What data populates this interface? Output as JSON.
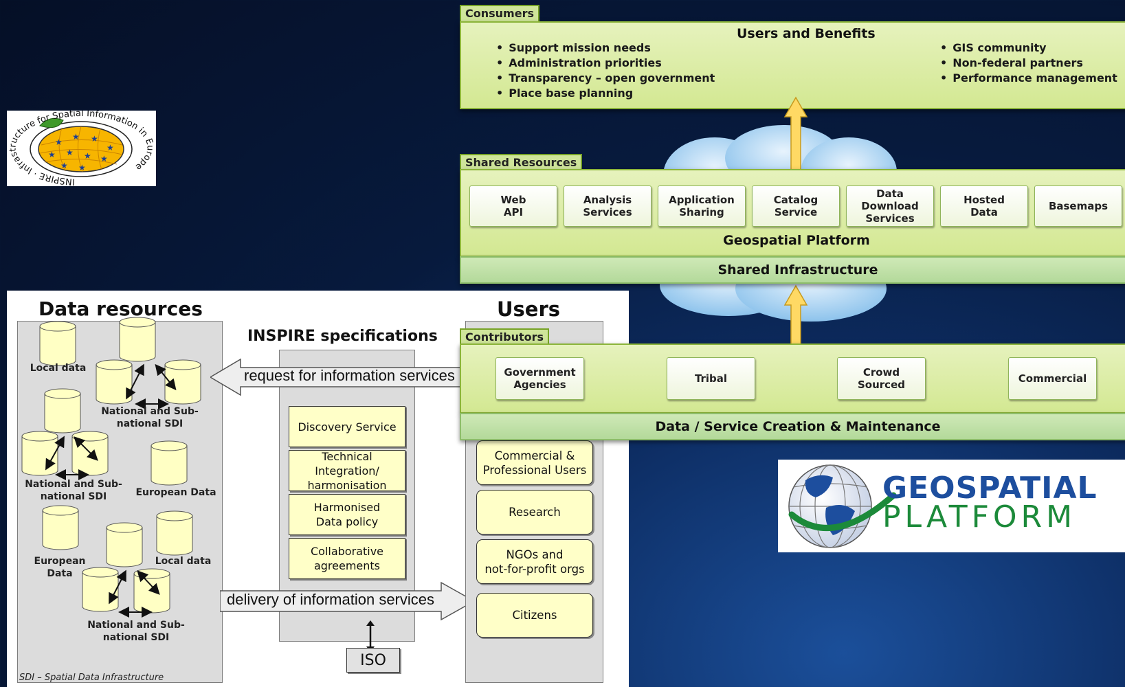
{
  "inspire_logo": {
    "ring_text": "INSPIRE · Infrastructure for Spatial Information in Europe"
  },
  "left_diagram": {
    "data_resources_title": "Data resources",
    "specs_title": "INSPIRE specifications",
    "users_title": "Users",
    "cylinder_labels": {
      "local_1": "Local data",
      "nsdi_1": "National and Sub-\nnational  SDI",
      "nsdi_2": "National and Sub-\nnational  SDI",
      "european_1": "European Data",
      "european_2": "European Data",
      "local_2": "Local data",
      "nsdi_3": "National and Sub-\nnational  SDI"
    },
    "request_arrow": "request for information services",
    "delivery_arrow": "delivery of information services",
    "spec_items": [
      "Discovery Service",
      "Technical Integration/\nharmonisation",
      "Harmonised\nData policy",
      "Collaborative\nagreements"
    ],
    "user_items": [
      "Commercial &\nProfessional Users",
      "Research",
      "NGOs and\nnot-for-profit orgs",
      "Citizens"
    ],
    "iso_label": "ISO",
    "footnote": "SDI – Spatial Data Infrastructure"
  },
  "right_diagram": {
    "consumers_tag": "Consumers",
    "users_benefits_title": "Users and Benefits",
    "benefits_left": [
      "Support mission needs",
      "Administration priorities",
      "Transparency – open government",
      "Place base planning"
    ],
    "benefits_right": [
      "GIS community",
      "Non-federal partners",
      "Performance management"
    ],
    "shared_resources_tag": "Shared Resources",
    "services": [
      "Web\nAPI",
      "Analysis\nServices",
      "Application\nSharing",
      "Catalog\nService",
      "Data Download\nServices",
      "Hosted\nData",
      "Basemaps"
    ],
    "platform_label": "Geospatial Platform",
    "infrastructure_label": "Shared Infrastructure",
    "contributors_tag": "Contributors",
    "contributors": [
      "Government\nAgencies",
      "Tribal",
      "Crowd\nSourced",
      "Commercial"
    ],
    "creation_label": "Data / Service Creation & Maintenance"
  },
  "geo_logo": {
    "line1": "GEOSPATIAL",
    "line2": "PLATFORM",
    "colors": {
      "blue": "#1d4e9e",
      "green": "#1c8a3a"
    }
  },
  "colors": {
    "band_green": "#d3e892",
    "bar_green": "#b3d99a",
    "note_yellow": "#ffffc8",
    "arrow_yellow": "#ffd964"
  }
}
